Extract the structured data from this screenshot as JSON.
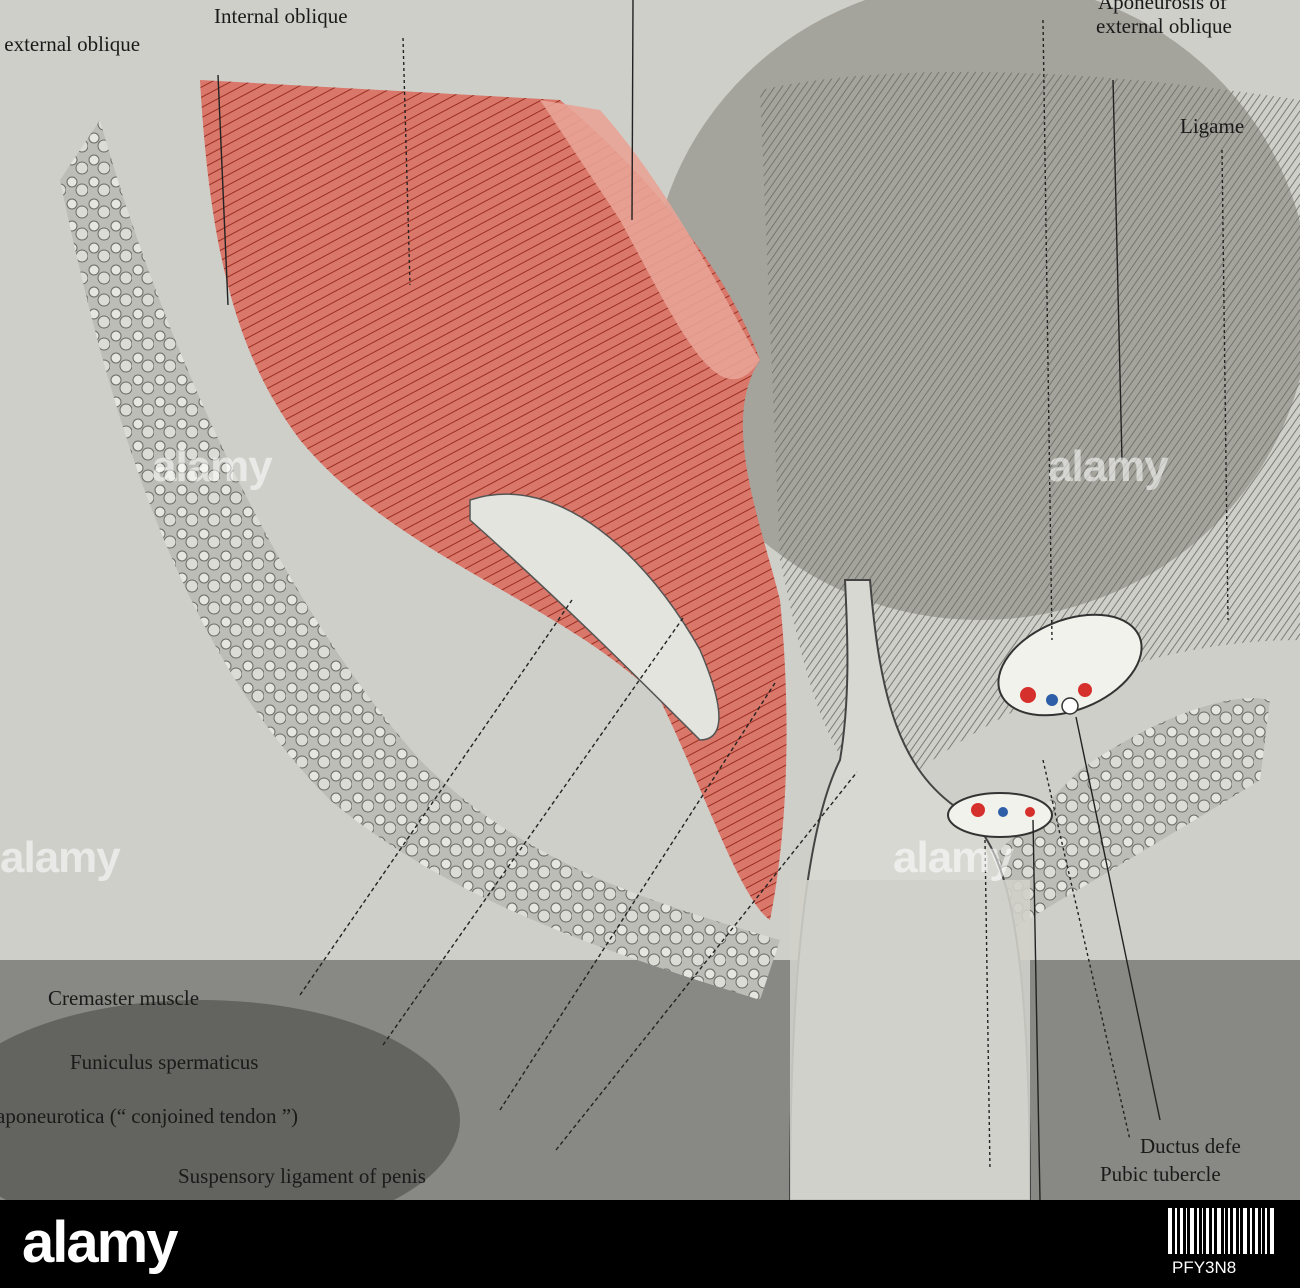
{
  "plate": {
    "labels": {
      "internal_oblique": "Internal oblique",
      "external_oblique_left": "f external oblique",
      "aponeurosis_line1": "Aponeurosis of",
      "aponeurosis_line2": "external oblique",
      "ligament": "Ligame",
      "cremaster": "Cremaster muscle",
      "funiculus": "Funiculus spermaticus",
      "conjoined_tendon": "aponeurotica (“ conjoined tendon ”)",
      "suspensory": "Suspensory ligament of penis",
      "ductus": "Ductus defe",
      "pubic": "Pubic tubercle"
    },
    "watermark": "alamy"
  },
  "footer": {
    "logo": "alamy",
    "image_id": "PFY3N8"
  },
  "colors": {
    "muscle_red": "#c9503f",
    "muscle_pink": "#e7a396",
    "background_gray": "#cfcfc9",
    "vessel_red": "#d6302c",
    "vessel_blue": "#2e5ea8"
  }
}
